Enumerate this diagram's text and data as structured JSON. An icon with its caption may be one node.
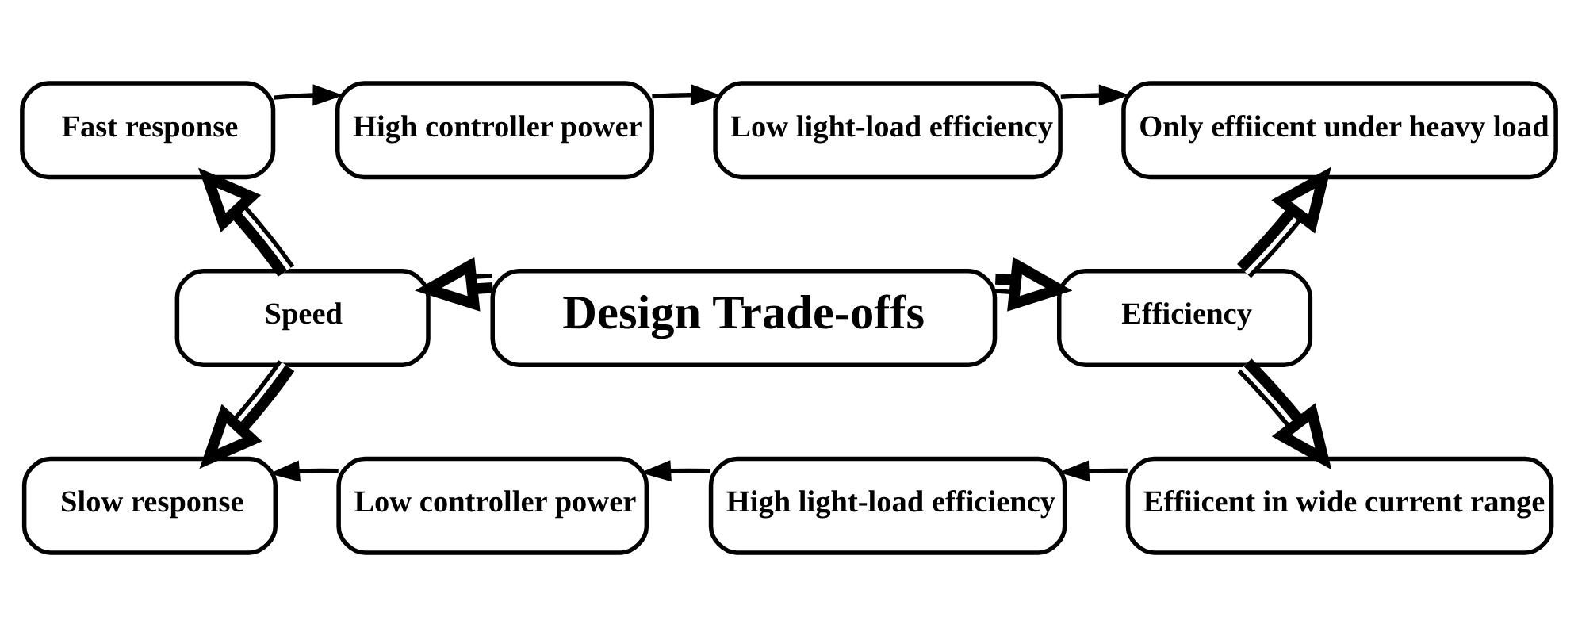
{
  "diagram": {
    "nodes": [
      {
        "text": [
          "Fast response"
        ]
      },
      {
        "text": [
          "High controller power"
        ]
      },
      {
        "text": [
          "Low light-load efficiency"
        ]
      },
      {
        "text": [
          "Only effiicent under heavy load"
        ]
      },
      {
        "text": [
          "Speed"
        ]
      },
      {
        "text": [
          "Design Trade-offs"
        ]
      },
      {
        "text": [
          "Efficiency"
        ]
      },
      {
        "text": [
          "Slow response"
        ]
      },
      {
        "text": [
          "Low controller power"
        ]
      },
      {
        "text": [
          "High light-load efficiency"
        ]
      },
      {
        "text": [
          "Effiicent in wide current range"
        ]
      }
    ],
    "edges": [
      {
        "from": 0,
        "to": 1,
        "arrow": "to"
      },
      {
        "from": 1,
        "to": 2,
        "arrow": "to"
      },
      {
        "from": 2,
        "to": 3,
        "arrow": "to"
      },
      {
        "from": 5,
        "to": 4,
        "arrow": "to",
        "style": "thick"
      },
      {
        "from": 5,
        "to": 6,
        "arrow": "to",
        "style": "thick"
      },
      {
        "from": 4,
        "to": 0,
        "arrow": "to",
        "style": "thick"
      },
      {
        "from": 4,
        "to": 7,
        "arrow": "to",
        "style": "thick"
      },
      {
        "from": 6,
        "to": 3,
        "arrow": "to",
        "style": "thick"
      },
      {
        "from": 6,
        "to": 10,
        "arrow": "to",
        "style": "thick"
      },
      {
        "from": 10,
        "to": 9,
        "arrow": "to"
      },
      {
        "from": 9,
        "to": 8,
        "arrow": "to"
      },
      {
        "from": 8,
        "to": 7,
        "arrow": "to"
      }
    ]
  }
}
